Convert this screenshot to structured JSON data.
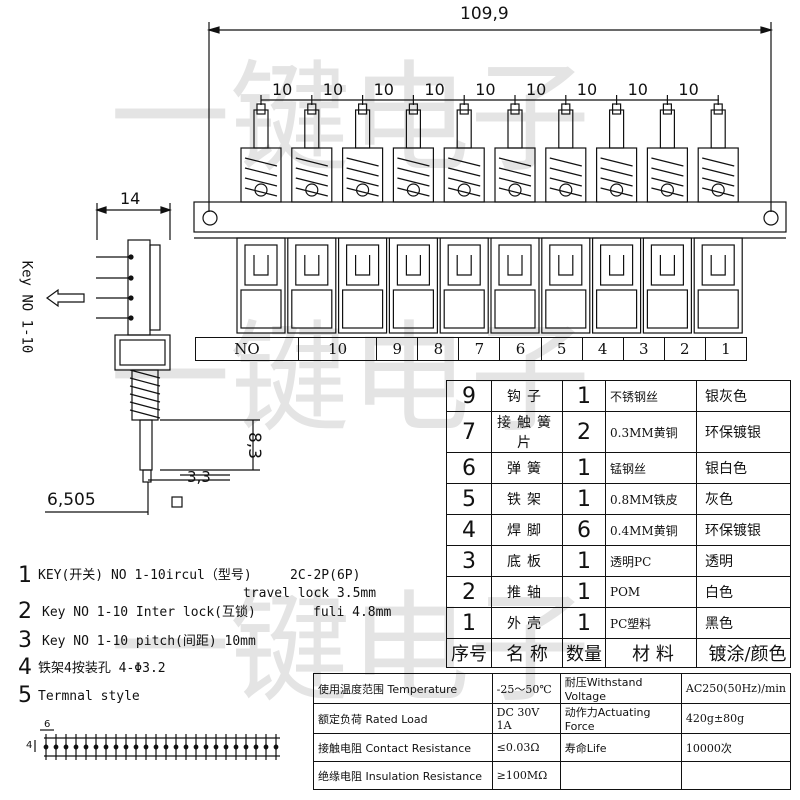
{
  "watermark": {
    "char1": "一",
    "char2": "键",
    "char3": "电",
    "char4": "子"
  },
  "top_view": {
    "overall_dim": "109,9",
    "pitch_labels": [
      "10",
      "10",
      "10",
      "10",
      "10",
      "10",
      "10",
      "10",
      "10"
    ],
    "key_numbers": [
      "NO",
      "10",
      "9",
      "8",
      "7",
      "6",
      "5",
      "4",
      "3",
      "2",
      "1"
    ]
  },
  "side_view": {
    "width_dim": "14",
    "key_label": "Key NO 1-10",
    "dim_height": "8,3",
    "dim_small": "3,3",
    "dim_offset": "6,505"
  },
  "notes": [
    {
      "num": "1",
      "text": "KEY(开关) NO 1-10ircul（型号)",
      "extra": "2C-2P(6P)"
    },
    {
      "num": "",
      "text": "travel   lock  3.5mm"
    },
    {
      "num": "2",
      "text": "Key NO 1-10   Inter lock(互锁)",
      "extra": "fuli  4.8mm"
    },
    {
      "num": "3",
      "text": "Key NO 1-10   pitch(间距) 10mm"
    },
    {
      "num": "4",
      "text": "铁架4按装孔 4-Φ3.2"
    },
    {
      "num": "5",
      "text": "Termnal style"
    }
  ],
  "terminal_dims": {
    "a": "6",
    "b": "4"
  },
  "bom": {
    "rows": [
      {
        "no": "9",
        "name": "钩子",
        "qty": "1",
        "material": "不锈钢丝",
        "finish": "银灰色"
      },
      {
        "no": "7",
        "name": "接触簧片",
        "qty": "2",
        "material": "0.3MM黄铜",
        "finish": "环保镀银"
      },
      {
        "no": "6",
        "name": "弹簧",
        "qty": "1",
        "material": "锰钢丝",
        "finish": "银白色"
      },
      {
        "no": "5",
        "name": "铁架",
        "qty": "1",
        "material": "0.8MM铁皮",
        "finish": "灰色"
      },
      {
        "no": "4",
        "name": "焊脚",
        "qty": "6",
        "material": "0.4MM黄铜",
        "finish": "环保镀银"
      },
      {
        "no": "3",
        "name": "底板",
        "qty": "1",
        "material": "透明PC",
        "finish": "透明"
      },
      {
        "no": "2",
        "name": "推轴",
        "qty": "1",
        "material": "POM",
        "finish": "白色"
      },
      {
        "no": "1",
        "name": "外壳",
        "qty": "1",
        "material": "PC塑料",
        "finish": "黑色"
      }
    ],
    "header": {
      "no": "序号",
      "name": "名 称",
      "qty": "数量",
      "material": "材 料",
      "finish": "镀涂/颜色"
    }
  },
  "spec": {
    "rows": [
      {
        "k1": "使用温度范围 Temperature",
        "v1": "-25～50℃",
        "k2": "耐压Withstand Voltage",
        "v2": "AC250(50Hz)/min"
      },
      {
        "k1": "额定负荷 Rated Load",
        "v1": "DC 30V 1A",
        "k2": "动作力Actuating Force",
        "v2": "420g±80g"
      },
      {
        "k1": "接触电阻 Contact Resistance",
        "v1": "≤0.03Ω",
        "k2": "寿命Life",
        "v2": "10000次"
      },
      {
        "k1": "绝缘电阻 Insulation Resistance",
        "v1": "≥100MΩ",
        "k2": "",
        "v2": ""
      }
    ]
  }
}
